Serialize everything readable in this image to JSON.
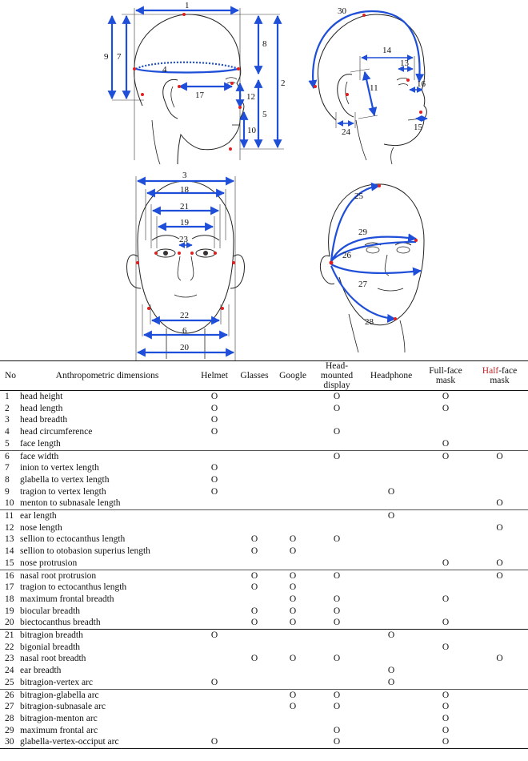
{
  "figure": {
    "labels": {
      "side": [
        "1",
        "2",
        "4",
        "5",
        "7",
        "8",
        "9",
        "10",
        "12",
        "17"
      ],
      "oblique": [
        "11",
        "13",
        "14",
        "15",
        "16",
        "24",
        "30"
      ],
      "front": [
        "3",
        "6",
        "18",
        "19",
        "20",
        "21",
        "22",
        "23"
      ],
      "three_quarter": [
        "25",
        "26",
        "27",
        "28",
        "29"
      ]
    }
  },
  "table": {
    "headers": {
      "no": "No",
      "dimension": "Anthropometric dimensions",
      "helmet": "Helmet",
      "glasses": "Glasses",
      "google": "Google",
      "hmd_line1": "Head-",
      "hmd_line2": "mounted",
      "hmd_line3": "display",
      "headphone": "Headphone",
      "fullface_line1": "Full-face",
      "fullface_line2": "mask",
      "halfface_red": "Half",
      "halfface_rest": "-face",
      "halfface_line2": "mask"
    },
    "rows": [
      {
        "no": "1",
        "dim": "head height",
        "helmet": "O",
        "glasses": "",
        "google": "",
        "hmd": "O",
        "headphone": "",
        "full": "O",
        "half": ""
      },
      {
        "no": "2",
        "dim": "head length",
        "helmet": "O",
        "glasses": "",
        "google": "",
        "hmd": "O",
        "headphone": "",
        "full": "O",
        "half": ""
      },
      {
        "no": "3",
        "dim": "head breadth",
        "helmet": "O",
        "glasses": "",
        "google": "",
        "hmd": "",
        "headphone": "",
        "full": "",
        "half": ""
      },
      {
        "no": "4",
        "dim": "head circumference",
        "helmet": "O",
        "glasses": "",
        "google": "",
        "hmd": "O",
        "headphone": "",
        "full": "",
        "half": ""
      },
      {
        "no": "5",
        "dim": "face length",
        "helmet": "",
        "glasses": "",
        "google": "",
        "hmd": "",
        "headphone": "",
        "full": "O",
        "half": ""
      },
      {
        "no": "6",
        "dim": "face width",
        "helmet": "",
        "glasses": "",
        "google": "",
        "hmd": "O",
        "headphone": "",
        "full": "O",
        "half": "O"
      },
      {
        "no": "7",
        "dim": "inion to vertex length",
        "helmet": "O",
        "glasses": "",
        "google": "",
        "hmd": "",
        "headphone": "",
        "full": "",
        "half": ""
      },
      {
        "no": "8",
        "dim": "glabella to vertex length",
        "helmet": "O",
        "glasses": "",
        "google": "",
        "hmd": "",
        "headphone": "",
        "full": "",
        "half": ""
      },
      {
        "no": "9",
        "dim": "tragion to vertex length",
        "helmet": "O",
        "glasses": "",
        "google": "",
        "hmd": "",
        "headphone": "O",
        "full": "",
        "half": ""
      },
      {
        "no": "10",
        "dim": "menton to subnasale length",
        "helmet": "",
        "glasses": "",
        "google": "",
        "hmd": "",
        "headphone": "",
        "full": "",
        "half": "O"
      },
      {
        "no": "11",
        "dim": "ear length",
        "helmet": "",
        "glasses": "",
        "google": "",
        "hmd": "",
        "headphone": "O",
        "full": "",
        "half": ""
      },
      {
        "no": "12",
        "dim": "nose length",
        "helmet": "",
        "glasses": "",
        "google": "",
        "hmd": "",
        "headphone": "",
        "full": "",
        "half": "O"
      },
      {
        "no": "13",
        "dim": "sellion to ectocanthus length",
        "helmet": "",
        "glasses": "O",
        "google": "O",
        "hmd": "O",
        "headphone": "",
        "full": "",
        "half": ""
      },
      {
        "no": "14",
        "dim": "sellion to otobasion superius length",
        "helmet": "",
        "glasses": "O",
        "google": "O",
        "hmd": "",
        "headphone": "",
        "full": "",
        "half": ""
      },
      {
        "no": "15",
        "dim": "nose protrusion",
        "helmet": "",
        "glasses": "",
        "google": "",
        "hmd": "",
        "headphone": "",
        "full": "O",
        "half": "O"
      },
      {
        "no": "16",
        "dim": "nasal root protrusion",
        "helmet": "",
        "glasses": "O",
        "google": "O",
        "hmd": "O",
        "headphone": "",
        "full": "",
        "half": "O"
      },
      {
        "no": "17",
        "dim": "tragion to ectocanthus length",
        "helmet": "",
        "glasses": "O",
        "google": "O",
        "hmd": "",
        "headphone": "",
        "full": "",
        "half": ""
      },
      {
        "no": "18",
        "dim": "maximum frontal breadth",
        "helmet": "",
        "glasses": "",
        "google": "O",
        "hmd": "O",
        "headphone": "",
        "full": "O",
        "half": ""
      },
      {
        "no": "19",
        "dim": "biocular breadth",
        "helmet": "",
        "glasses": "O",
        "google": "O",
        "hmd": "O",
        "headphone": "",
        "full": "",
        "half": ""
      },
      {
        "no": "20",
        "dim": "biectocanthus breadth",
        "helmet": "",
        "glasses": "O",
        "google": "O",
        "hmd": "O",
        "headphone": "",
        "full": "O",
        "half": ""
      },
      {
        "no": "21",
        "dim": "bitragion breadth",
        "helmet": "O",
        "glasses": "",
        "google": "",
        "hmd": "",
        "headphone": "O",
        "full": "",
        "half": ""
      },
      {
        "no": "22",
        "dim": "bigonial breadth",
        "helmet": "",
        "glasses": "",
        "google": "",
        "hmd": "",
        "headphone": "",
        "full": "O",
        "half": ""
      },
      {
        "no": "23",
        "dim": "nasal root breadth",
        "helmet": "",
        "glasses": "O",
        "google": "O",
        "hmd": "O",
        "headphone": "",
        "full": "",
        "half": "O"
      },
      {
        "no": "24",
        "dim": "ear breadth",
        "helmet": "",
        "glasses": "",
        "google": "",
        "hmd": "",
        "headphone": "O",
        "full": "",
        "half": ""
      },
      {
        "no": "25",
        "dim": "bitragion-vertex arc",
        "helmet": "O",
        "glasses": "",
        "google": "",
        "hmd": "",
        "headphone": "O",
        "full": "",
        "half": ""
      },
      {
        "no": "26",
        "dim": "bitragion-glabella arc",
        "helmet": "",
        "glasses": "",
        "google": "O",
        "hmd": "O",
        "headphone": "",
        "full": "O",
        "half": ""
      },
      {
        "no": "27",
        "dim": "bitragion-subnasale arc",
        "helmet": "",
        "glasses": "",
        "google": "O",
        "hmd": "O",
        "headphone": "",
        "full": "O",
        "half": ""
      },
      {
        "no": "28",
        "dim": "bitragion-menton arc",
        "helmet": "",
        "glasses": "",
        "google": "",
        "hmd": "",
        "headphone": "",
        "full": "O",
        "half": ""
      },
      {
        "no": "29",
        "dim": "maximum frontal arc",
        "helmet": "",
        "glasses": "",
        "google": "",
        "hmd": "O",
        "headphone": "",
        "full": "O",
        "half": ""
      },
      {
        "no": "30",
        "dim": "glabella-vertex-occiput arc",
        "helmet": "O",
        "glasses": "",
        "google": "",
        "hmd": "O",
        "headphone": "",
        "full": "O",
        "half": ""
      }
    ]
  },
  "colors": {
    "measure": "#1f4fd8",
    "landmark": "#e02020",
    "half_accent": "#c0262b"
  }
}
